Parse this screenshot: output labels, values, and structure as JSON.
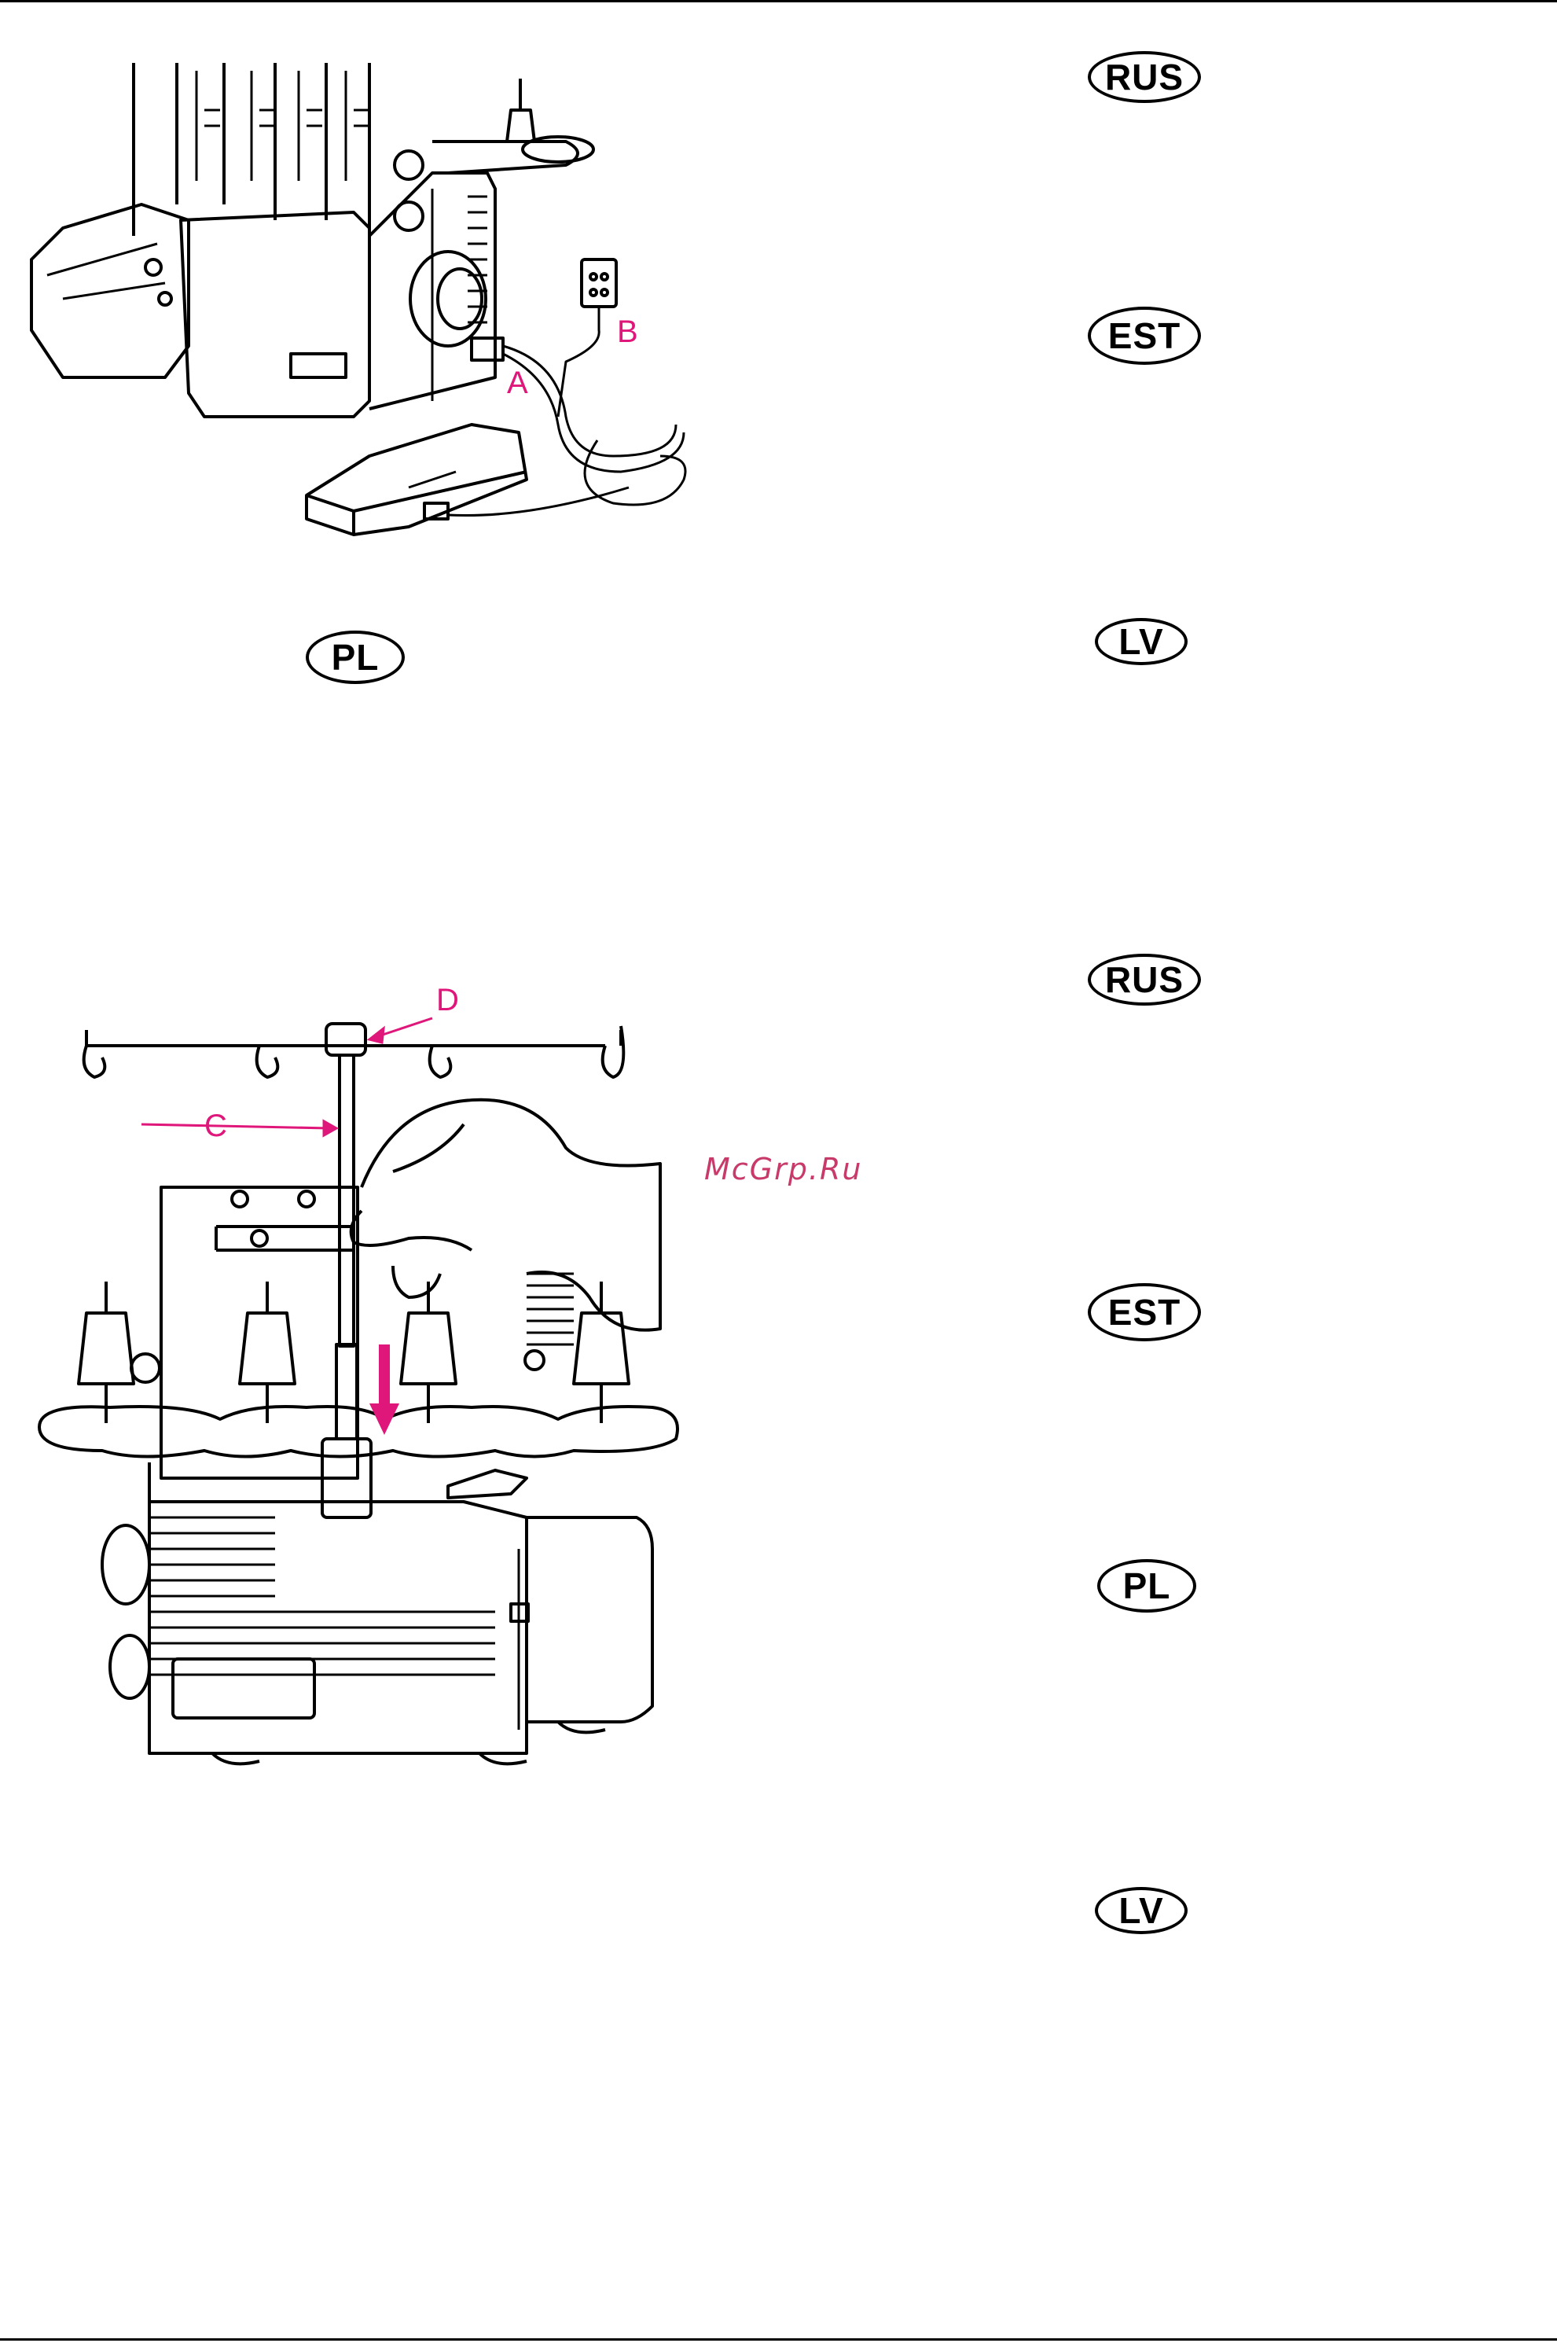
{
  "figure1": {
    "label_a": "A",
    "label_b": "B"
  },
  "figure2": {
    "label_c": "C",
    "label_d": "D"
  },
  "badges": {
    "top": [
      "RUS",
      "EST",
      "LV"
    ],
    "mid_left": "PL",
    "bottom": [
      "RUS",
      "EST",
      "PL",
      "LV"
    ]
  },
  "watermark": "McGrp.Ru",
  "colors": {
    "callout": "#e0177a",
    "line": "#000000"
  }
}
